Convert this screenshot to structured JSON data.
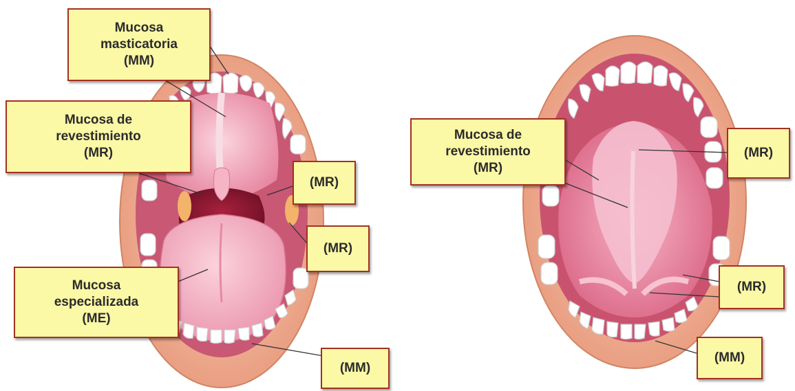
{
  "labels": {
    "left_mm_top": "Mucosa\nmasticatoria\n(MM)",
    "left_mr_main": "Mucosa de\nrevestimiento\n(MR)",
    "left_mr_1": "(MR)",
    "left_mr_2": "(MR)",
    "left_me": "Mucosa\nespecializada\n(ME)",
    "left_mm_bottom": "(MM)",
    "right_mr_main": "Mucosa de\nrevestimiento\n(MR)",
    "right_mr_1": "(MR)",
    "right_mr_2": "(MR)",
    "right_mm": "(MM)"
  },
  "colors": {
    "label_fill": "#fbf8a6",
    "label_border": "#a3301f",
    "lip": "#f0b49a",
    "mucosa": "#f2a5bc",
    "tongue": "#f3b6c8",
    "throat": "#8e1b32",
    "teeth": "#ffffff"
  }
}
